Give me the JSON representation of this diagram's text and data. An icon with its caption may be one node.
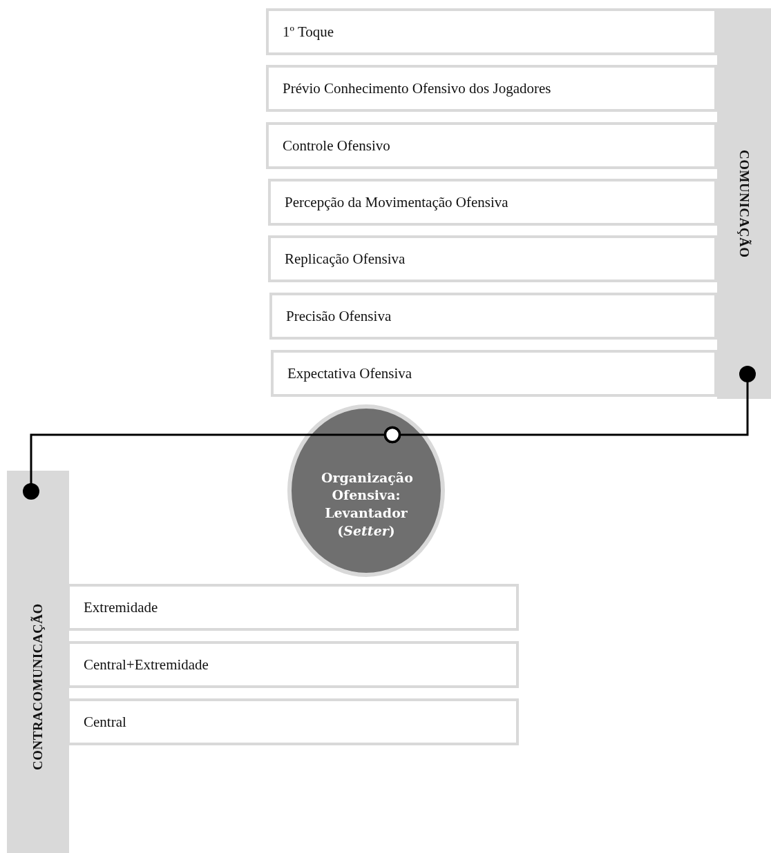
{
  "diagram": {
    "nodes": [
      {
        "text": [
          "COMUNICAÇÃO"
        ]
      },
      {
        "text": [
          "1º Toque"
        ]
      },
      {
        "text": [
          "Prévio Conhecimento Ofensivo dos Jogadores"
        ]
      },
      {
        "text": [
          "Controle Ofensivo"
        ]
      },
      {
        "text": [
          "Percepção da Movimentação Ofensiva"
        ]
      },
      {
        "text": [
          "Replicação Ofensiva"
        ]
      },
      {
        "text": [
          "Precisão Ofensiva"
        ]
      },
      {
        "text": [
          "Expectativa Ofensiva"
        ]
      },
      {
        "text": [
          "Organização Ofensiva: Levantador (*Setter*)"
        ]
      },
      {
        "text": [
          "CONTRACOMUNICAÇÃO"
        ]
      },
      {
        "text": [
          "Extremidade"
        ]
      },
      {
        "text": [
          "Central+Extremidade"
        ]
      },
      {
        "text": [
          "Central"
        ]
      }
    ],
    "edges": [
      {
        "from": 0,
        "to": 8,
        "arrow": "other"
      },
      {
        "from": 8,
        "to": 9,
        "arrow": "other"
      }
    ]
  }
}
